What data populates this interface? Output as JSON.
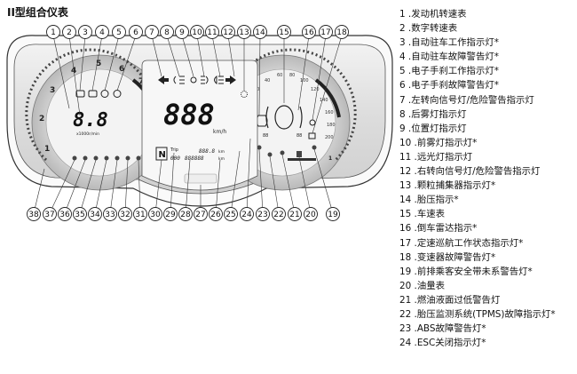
{
  "title": "II型组合仪表",
  "display": {
    "speed": "888",
    "speed_unit": "km/h",
    "tach_value": "8.8",
    "tach_unit": "x1000r/min",
    "gear": "N",
    "trip_label": "Trip",
    "trip_value": "888.8",
    "odo_value": "888888",
    "km_unit": "km"
  },
  "callouts_top": [
    "1",
    "2",
    "3",
    "4",
    "5",
    "6",
    "7",
    "8",
    "9",
    "10",
    "11",
    "12",
    "13",
    "14",
    "15",
    "16",
    "17",
    "18"
  ],
  "callouts_bottom": [
    "38",
    "37",
    "36",
    "35",
    "34",
    "33",
    "32",
    "31",
    "30",
    "29",
    "28",
    "27",
    "26",
    "25",
    "24",
    "23",
    "22",
    "21",
    "20",
    "19"
  ],
  "legend": [
    "1 .发动机转速表",
    "2 .数字转速表",
    "3 .自动驻车工作指示灯*",
    "4 .自动驻车故障警告灯*",
    "5 .电子手刹工作指示灯*",
    "6 .电子手刹故障警告灯*",
    "7 .左转向信号灯/危险警告指示灯",
    "8 .后雾灯指示灯",
    "9 .位置灯指示灯",
    "10 .前雾灯指示灯*",
    "11 .远光灯指示灯",
    "12 .右转向信号灯/危险警告指示灯",
    "13 .颗粒捕集器指示灯*",
    "14 .胎压指示*",
    "15 .车速表",
    "16 .倒车雷达指示*",
    "17 .定速巡航工作状态指示灯*",
    "18 .变速器故障警告灯*",
    "19 .前排乘客安全带未系警告灯*",
    "20 .油量表",
    "21 .燃油液面过低警告灯",
    "22 .胎压监测系统(TPMS)故障指示灯*",
    "23 .ABS故障警告灯*",
    "24 .ESC关闭指示灯*"
  ],
  "colors": {
    "cluster_fill": "#e4e4e4",
    "cluster_dark": "#bdbdbd",
    "line": "#222222"
  }
}
